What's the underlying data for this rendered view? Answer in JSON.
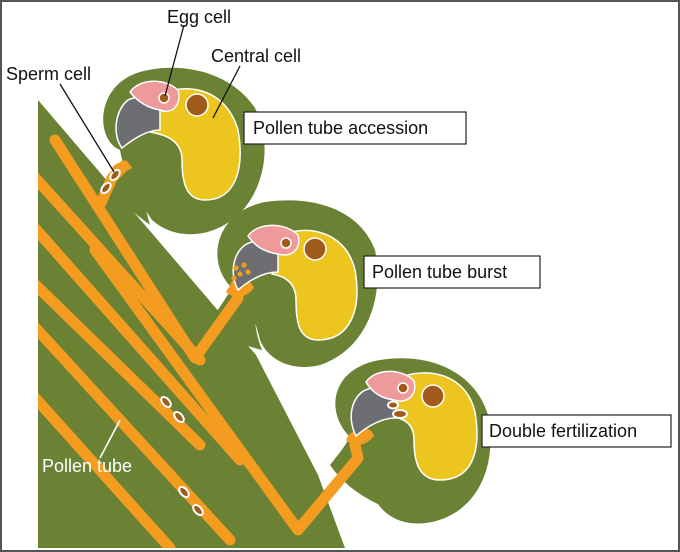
{
  "labels": {
    "egg_cell": "Egg cell",
    "central_cell": "Central cell",
    "sperm_cell": "Sperm cell",
    "pollen_tube": "Pollen tube"
  },
  "stages": [
    {
      "label": "Pollen tube accession"
    },
    {
      "label": "Pollen tube burst"
    },
    {
      "label": "Double fertilization"
    }
  ],
  "colors": {
    "tissue": "#6b8234",
    "pollen_tube": "#f39c1f",
    "central_cell": "#ecc51f",
    "egg_cell": "#ee9a9a",
    "synergid": "#6d6e71",
    "nucleus": "#a05a1c",
    "cell_outline": "#ffffff",
    "frame": "#555555"
  }
}
